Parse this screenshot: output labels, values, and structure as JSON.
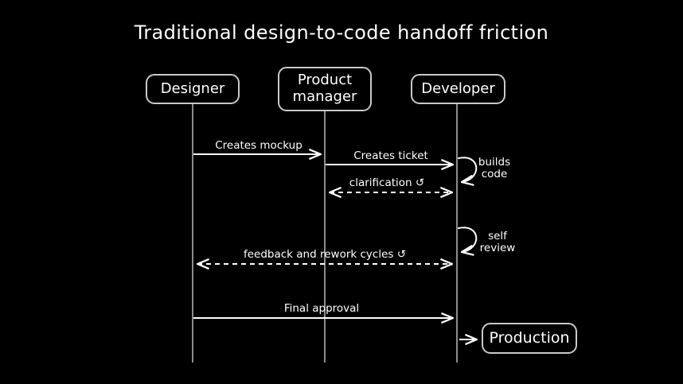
{
  "title": "Traditional design-to-code handoff friction",
  "colors": {
    "background": "#000000",
    "arrow": "#ffffff",
    "box_border": "#c9c9c9",
    "lifeline": "#b0b0b0",
    "text": "#ffffff"
  },
  "actors": [
    {
      "id": "designer",
      "label": "Designer"
    },
    {
      "id": "product-manager",
      "label": "Product\nmanager"
    },
    {
      "id": "developer",
      "label": "Developer"
    }
  ],
  "messages": {
    "creates_mockup": "Creates mockup",
    "creates_ticket": "Creates ticket",
    "builds_code": "builds\ncode",
    "clarification": "clarification ↺",
    "self_review": "self\nreview",
    "feedback_rework": "feedback and rework cycles ↺",
    "final_approval": "Final approval"
  },
  "production_label": "Production"
}
